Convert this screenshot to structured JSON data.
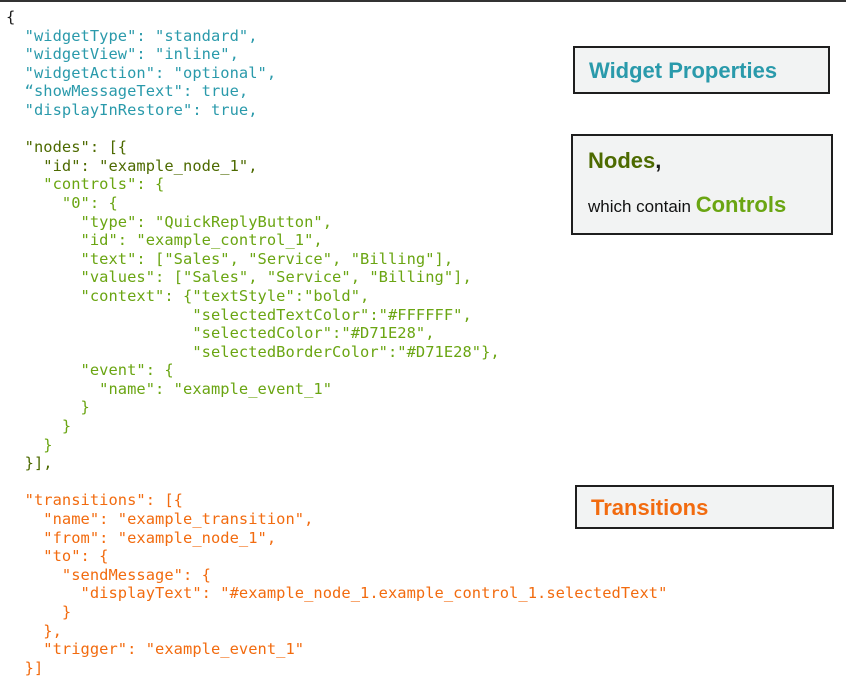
{
  "code_lines": [
    {
      "text": "{",
      "section": "black"
    },
    {
      "text": "  \"widgetType\": \"standard\",",
      "section": "widget"
    },
    {
      "text": "  \"widgetView\": \"inline\",",
      "section": "widget"
    },
    {
      "text": "  \"widgetAction\": \"optional\",",
      "section": "widget"
    },
    {
      "text": "  “showMessageText\": true,",
      "section": "widget"
    },
    {
      "text": "  \"displayInRestore\": true,",
      "section": "widget"
    },
    {
      "text": "",
      "section": "black"
    },
    {
      "text": "  \"nodes\": [{",
      "section": "nodes"
    },
    {
      "text": "    \"id\": \"example_node_1\",",
      "section": "nodes"
    },
    {
      "text": "    \"controls\": {",
      "section": "controls"
    },
    {
      "text": "      \"0\": {",
      "section": "controls"
    },
    {
      "text": "        \"type\": \"QuickReplyButton\",",
      "section": "controls"
    },
    {
      "text": "        \"id\": \"example_control_1\",",
      "section": "controls"
    },
    {
      "text": "        \"text\": [\"Sales\", \"Service\", \"Billing\"],",
      "section": "controls"
    },
    {
      "text": "        \"values\": [\"Sales\", \"Service\", \"Billing\"],",
      "section": "controls"
    },
    {
      "text": "        \"context\": {\"textStyle\":\"bold\",",
      "section": "controls"
    },
    {
      "text": "                    \"selectedTextColor\":\"#FFFFFF\",",
      "section": "controls"
    },
    {
      "text": "                    \"selectedColor\":\"#D71E28\",",
      "section": "controls"
    },
    {
      "text": "                    \"selectedBorderColor\":\"#D71E28\"},",
      "section": "controls"
    },
    {
      "text": "        \"event\": {",
      "section": "controls"
    },
    {
      "text": "          \"name\": \"example_event_1\"",
      "section": "controls"
    },
    {
      "text": "        }",
      "section": "controls"
    },
    {
      "text": "      }",
      "section": "controls"
    },
    {
      "text": "    }",
      "section": "controls"
    },
    {
      "text": "  }],",
      "section": "nodes"
    },
    {
      "text": "",
      "section": "black"
    },
    {
      "text": "  \"transitions\": [{",
      "section": "trans"
    },
    {
      "text": "    \"name\": \"example_transition\",",
      "section": "trans"
    },
    {
      "text": "    \"from\": \"example_node_1\",",
      "section": "trans"
    },
    {
      "text": "    \"to\": {",
      "section": "trans"
    },
    {
      "text": "      \"sendMessage\": {",
      "section": "trans"
    },
    {
      "text": "        \"displayText\": \"#example_node_1.example_control_1.selectedText\"",
      "section": "trans"
    },
    {
      "text": "      }",
      "section": "trans"
    },
    {
      "text": "    },",
      "section": "trans"
    },
    {
      "text": "    \"trigger\": \"example_event_1\"",
      "section": "trans"
    },
    {
      "text": "  }]",
      "section": "trans"
    }
  ],
  "callouts": {
    "widget_properties": "Widget Properties",
    "nodes": "Nodes",
    "nodes_comma": ",",
    "which_contain": "which contain ",
    "controls": "Controls",
    "transitions": "Transitions"
  },
  "colors": {
    "widget": "#2a9aab",
    "nodes": "#4d6a00",
    "controls": "#6aa512",
    "transitions": "#f26b0f"
  }
}
